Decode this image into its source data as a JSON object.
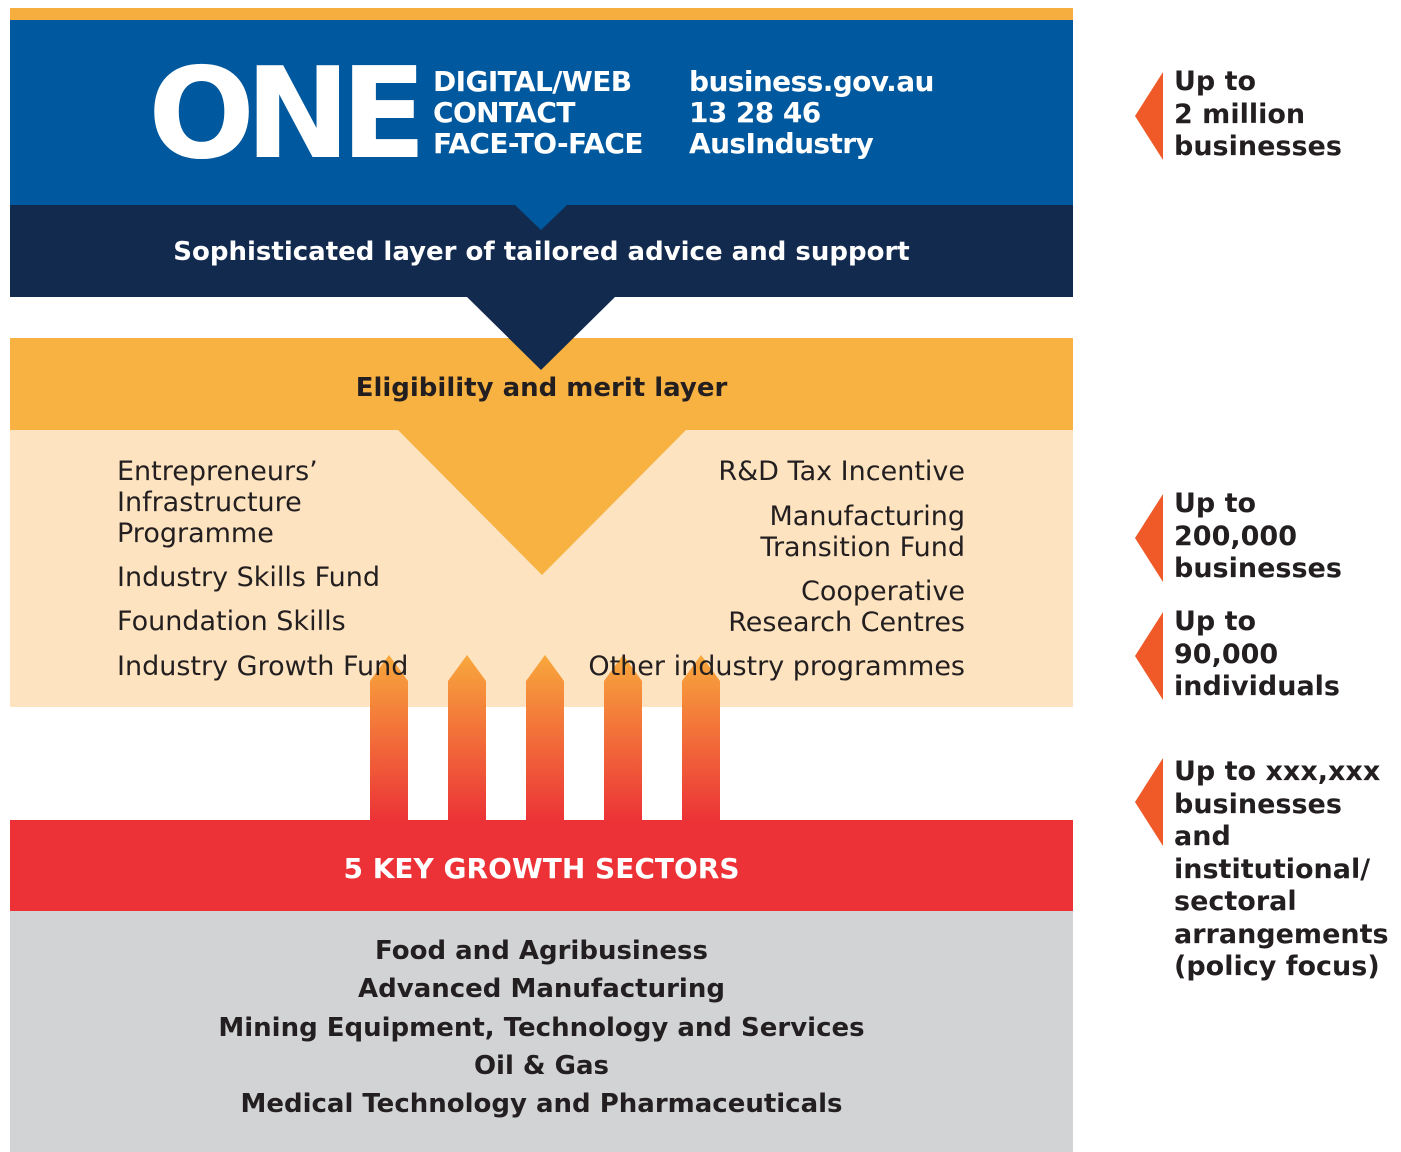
{
  "header": {
    "logo_text": "ONE",
    "channels": [
      "DIGITAL/WEB",
      "CONTACT",
      "FACE-TO-FACE"
    ],
    "contacts": [
      "business.gov.au",
      "13 28 46",
      "AusIndustry"
    ]
  },
  "advice_layer": {
    "label": "Sophisticated layer of tailored advice and support"
  },
  "merit_layer": {
    "label": "Eligibility and merit layer",
    "programmes_left": [
      "Entrepreneurs’\nInfrastructure\nProgramme",
      "Industry Skills Fund",
      "Foundation Skills",
      "Industry Growth Fund"
    ],
    "programmes_right": [
      "R&D Tax Incentive",
      "Manufacturing\nTransition Fund",
      "Cooperative\nResearch Centres",
      "Other industry programmes"
    ]
  },
  "sectors": {
    "title": "5 KEY GROWTH SECTORS",
    "items": [
      "Food and Agribusiness",
      "Advanced Manufacturing",
      "Mining Equipment, Technology and Services",
      "Oil & Gas",
      "Medical Technology and Pharmaceuticals"
    ]
  },
  "reach": [
    "Up to\n2 million\nbusinesses",
    "Up to\n200,000\nbusinesses",
    "Up to\n90,000\nindividuals",
    "Up to xxx,xxx\nbusinesses and\ninstitutional/\nsectoral\narrangements\n(policy focus)"
  ],
  "colors": {
    "blue": "#00589E",
    "navy": "#132A4F",
    "amber": "#F8B242",
    "cream": "#FDE3BF",
    "red": "#EC3237",
    "grey": "#D2D3D5",
    "arrow_orange": "#EF5A28"
  }
}
